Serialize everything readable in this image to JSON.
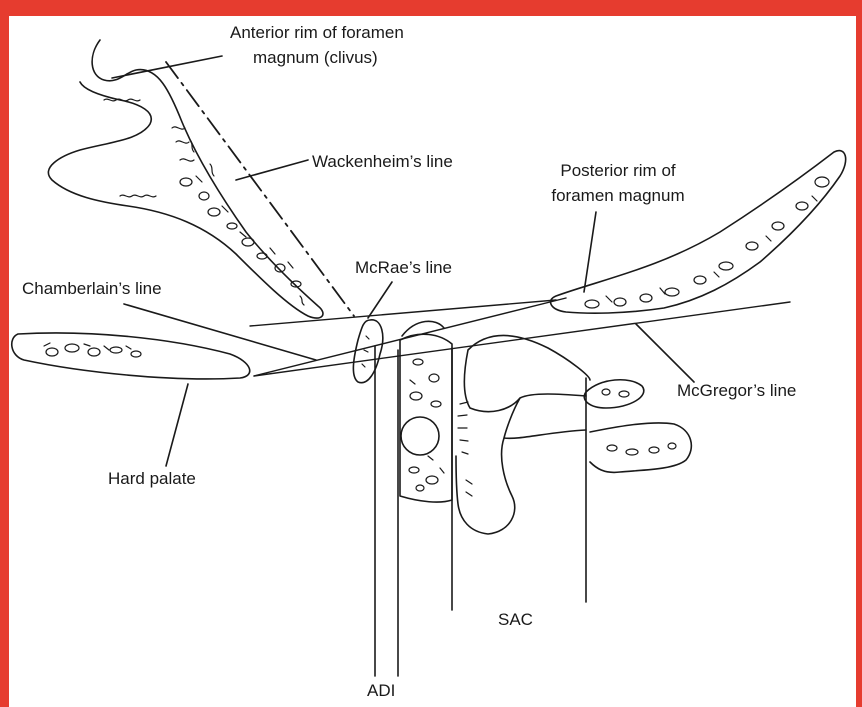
{
  "colors": {
    "header_bar": "#e63c2f",
    "frame": "#e63c2f",
    "ink": "#1a1a1a",
    "background": "#ffffff"
  },
  "labels": {
    "anterior_rim_line1": "Anterior rim of foramen",
    "anterior_rim_line2": "magnum (clivus)",
    "wackenheim": "Wackenheim’s line",
    "posterior_rim_line1": "Posterior rim of",
    "posterior_rim_line2": "foramen magnum",
    "mcrae": "McRae’s line",
    "chamberlain": "Chamberlain’s line",
    "mcgregor": "McGregor’s line",
    "hard_palate": "Hard palate",
    "sac": "SAC",
    "adi": "ADI"
  }
}
